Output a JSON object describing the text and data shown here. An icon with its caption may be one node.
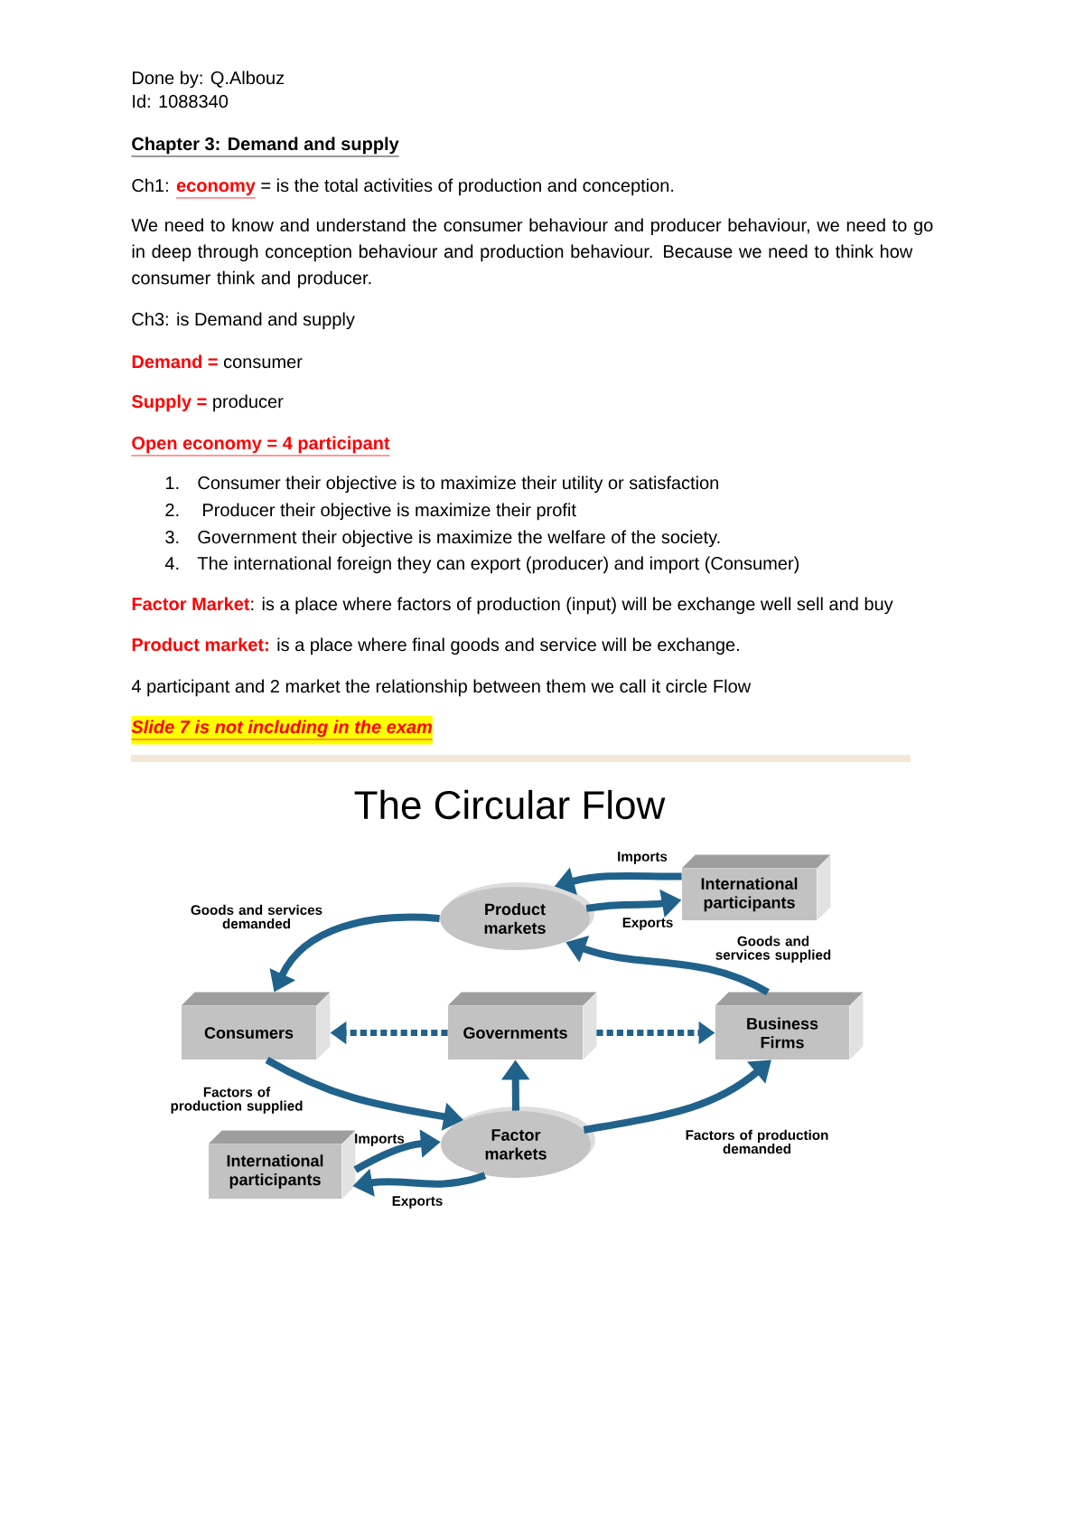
{
  "diagram": {
    "title": "The Circular Flow",
    "nodes": [
      {
        "text": [
          "Product markets"
        ]
      },
      {
        "text": [
          "International participants"
        ]
      },
      {
        "text": [
          "Consumers"
        ]
      },
      {
        "text": [
          "Governments"
        ]
      },
      {
        "text": [
          "Business Firms"
        ]
      },
      {
        "text": [
          "Factor markets"
        ]
      },
      {
        "text": [
          "International participants"
        ]
      }
    ],
    "edges": [
      {
        "from": 0,
        "to": 2,
        "arrow": "to",
        "label": "Goods and services demanded"
      },
      {
        "from": 1,
        "to": 0,
        "arrow": "to",
        "label": "Imports"
      },
      {
        "from": 0,
        "to": 1,
        "arrow": "to",
        "label": "Exports"
      },
      {
        "from": 4,
        "to": 0,
        "arrow": "to",
        "label": "Goods and services supplied"
      },
      {
        "from": 3,
        "to": 2,
        "arrow": "to",
        "style": "dashed"
      },
      {
        "from": 3,
        "to": 4,
        "arrow": "to",
        "style": "dashed"
      },
      {
        "from": 2,
        "to": 5,
        "arrow": "to",
        "label": "Factors of production supplied"
      },
      {
        "from": 5,
        "to": 3,
        "arrow": "to"
      },
      {
        "from": 5,
        "to": 4,
        "arrow": "to",
        "label": "Factors of production demanded"
      },
      {
        "from": 6,
        "to": 5,
        "arrow": "to",
        "label": "Imports"
      },
      {
        "from": 5,
        "to": 6,
        "arrow": "to",
        "label": "Exports"
      }
    ],
    "labels": [
      "Done by: Q.Albouz",
      "Id: 1088340",
      "Chapter 3: Demand and supply",
      "Ch1: **economy** = is the total activities of production and conception.",
      "We need to know and understand the consumer behaviour and producer behaviour, we need to go in deep through conception behaviour and production behaviour. Because we need to think how consumer think and producer.",
      "Ch3: is Demand and supply",
      "**Demand =** consumer",
      "**Supply =** producer",
      "Open economy = 4 participant",
      "1.",
      "Consumer their objective is to maximize their utility or satisfaction",
      "2.",
      "Producer their objective is maximize their profit",
      "3.",
      "Government their objective is maximize the welfare of the society.",
      "4.",
      "The international foreign they can export (producer) and import (Consumer)",
      "**Factor Market**: is a place where factors of production (input) will be exchange well sell and buy",
      "**Product market:** is a place where final goods and service will be exchange.",
      "4 participant and 2 market the relationship between them we call it circle Flow",
      "Slide 7 is not including in the exam"
    ]
  }
}
